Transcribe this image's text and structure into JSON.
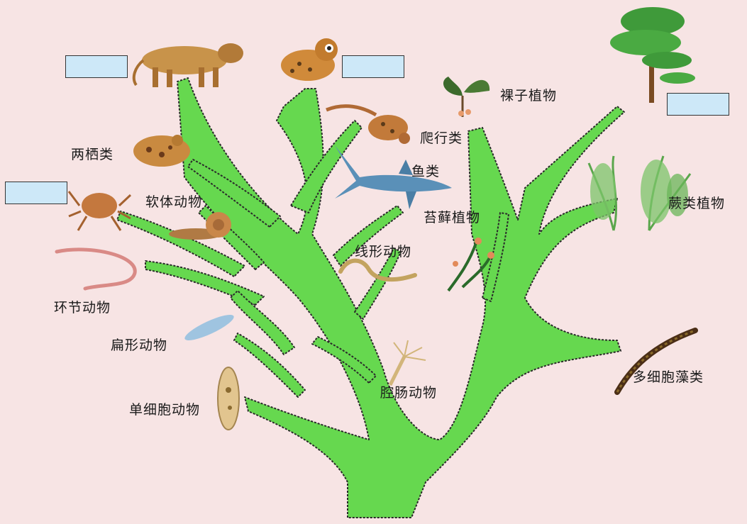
{
  "colors": {
    "background": "#f7e4e4",
    "branch": "#66d84f",
    "branch_outline": "#2a2a2a",
    "blank_box": "#cde8f8"
  },
  "labels": {
    "gymnosperms": "裸子植物",
    "reptiles": "爬行类",
    "amphibians": "两栖类",
    "fish": "鱼类",
    "mollusks": "软体动物",
    "bryophytes": "苔藓植物",
    "ferns": "蕨类植物",
    "nematodes": "线形动物",
    "annelids": "环节动物",
    "flatworms": "扁形动物",
    "coelenterates": "腔肠动物",
    "protozoa": "单细胞动物",
    "multicellular_algae": "多细胞藻类"
  },
  "blank_boxes": [
    "",
    "",
    "",
    ""
  ],
  "organisms": [
    "lion-icon",
    "owl-icon",
    "pine-tree-icon",
    "ginkgo-icon",
    "lizard-icon",
    "frog-icon",
    "shark-icon",
    "crab-icon",
    "snail-icon",
    "fern-icon",
    "moss-icon",
    "roundworm-icon",
    "earthworm-icon",
    "flatworm-icon",
    "hydra-icon",
    "paramecium-icon",
    "seaweed-icon"
  ]
}
